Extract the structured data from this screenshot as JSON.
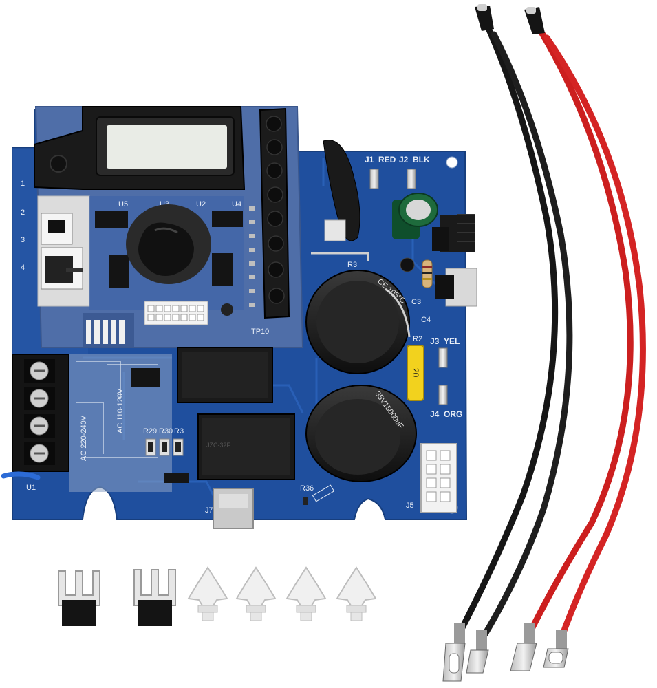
{
  "board": {
    "labels": {
      "j1": "J1",
      "red": "RED",
      "j2": "J2",
      "blk": "BLK",
      "j3": "J3",
      "yel": "YEL",
      "j4": "J4",
      "org": "ORG",
      "j5": "J5",
      "j7": "J7",
      "r3": "R3",
      "r2": "R2",
      "r36": "R36",
      "r29": "R29",
      "r30": "R30",
      "r31": "R3",
      "c3": "C3",
      "c4": "C4",
      "u1": "U1",
      "u2": "U2",
      "u3": "U3",
      "u4": "U4",
      "u5": "U5",
      "tp10": "TP10",
      "fuse": "20",
      "cap1": "CE 105°C",
      "cap2": "35V15000uF",
      "ac1": "AC 220-240V",
      "ac2": "AC 110-120V"
    },
    "colors": {
      "pcb": "#1f4f9e",
      "daughter": "#4f6ea8",
      "red_wire": "#cc1f1f",
      "black_wire": "#1a1a1a",
      "fuse": "#f2d21e"
    }
  }
}
